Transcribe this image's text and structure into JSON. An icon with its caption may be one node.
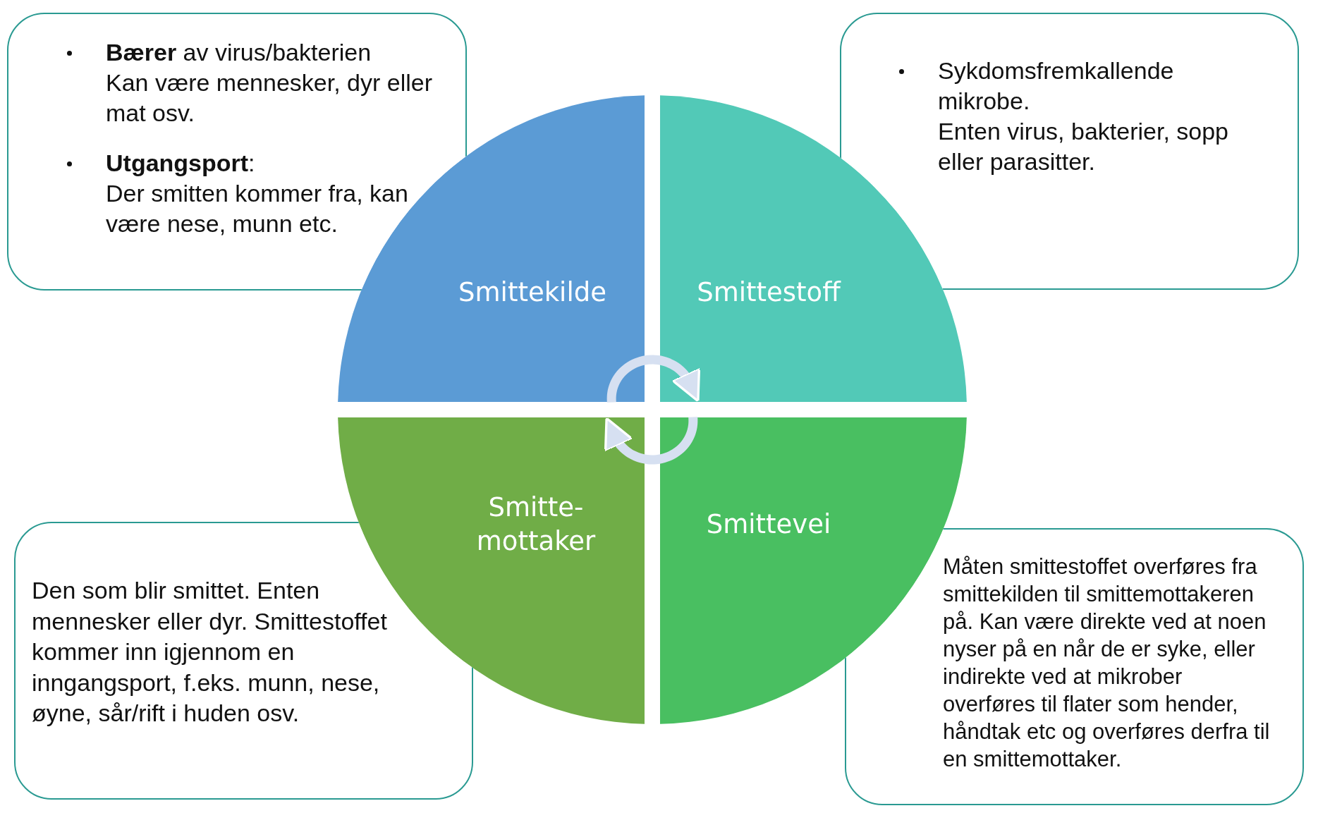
{
  "diagram": {
    "nodes": [
      {
        "text": [
          "Smittekilde"
        ]
      },
      {
        "text": [
          "Smittestoff"
        ]
      },
      {
        "text": [
          "Smittevei"
        ]
      },
      {
        "text": [
          "Smitte- mottaker"
        ]
      },
      {
        "text": [
          "**Bærer** av virus/bakterien",
          "Kan være mennesker, dyr eller mat osv.",
          "**Utgangsport**:",
          "Der smitten kommer fra, kan være nese, munn etc."
        ]
      },
      {
        "text": [
          "Sykdomsfremkallende mikrobe.",
          "Enten virus, bakterier, sopp eller parasitter."
        ]
      },
      {
        "text": [
          "Den som blir smittet. Enten mennesker eller dyr. Smittestoffet kommer inn igjennom en inngangsport, f.eks. munn, nese, øyne, sår/rift i huden osv."
        ]
      },
      {
        "text": [
          "Måten smittestoffet overføres fra smittekilden til smittemottakeren på. Kan være direkte ved at noen nyser på en når de er syke, eller indirekte ved at mikrober overføres til flater som hender, håndtak etc og overføres derfra til en smittemottaker."
        ]
      }
    ],
    "edges": [
      {
        "from": 0,
        "to": 1,
        "arrow": "to"
      },
      {
        "from": 2,
        "to": 3,
        "arrow": "to"
      }
    ]
  }
}
